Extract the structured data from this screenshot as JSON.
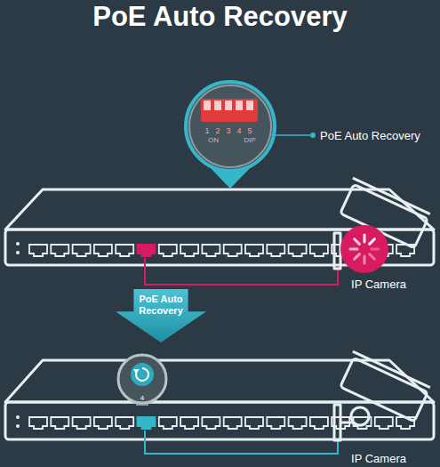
{
  "diagram": {
    "title": "PoE Auto Recovery",
    "nodes": [
      {
        "text": [
          "IP Camera"
        ]
      },
      {
        "text": [
          "PoE Auto Recovery"
        ]
      },
      {
        "text": [
          "IP Camera"
        ]
      }
    ],
    "labels": [
      "1",
      "2",
      "3",
      "4",
      "5",
      "ON",
      "DIP",
      "PoE Auto Recovery",
      "4"
    ]
  }
}
